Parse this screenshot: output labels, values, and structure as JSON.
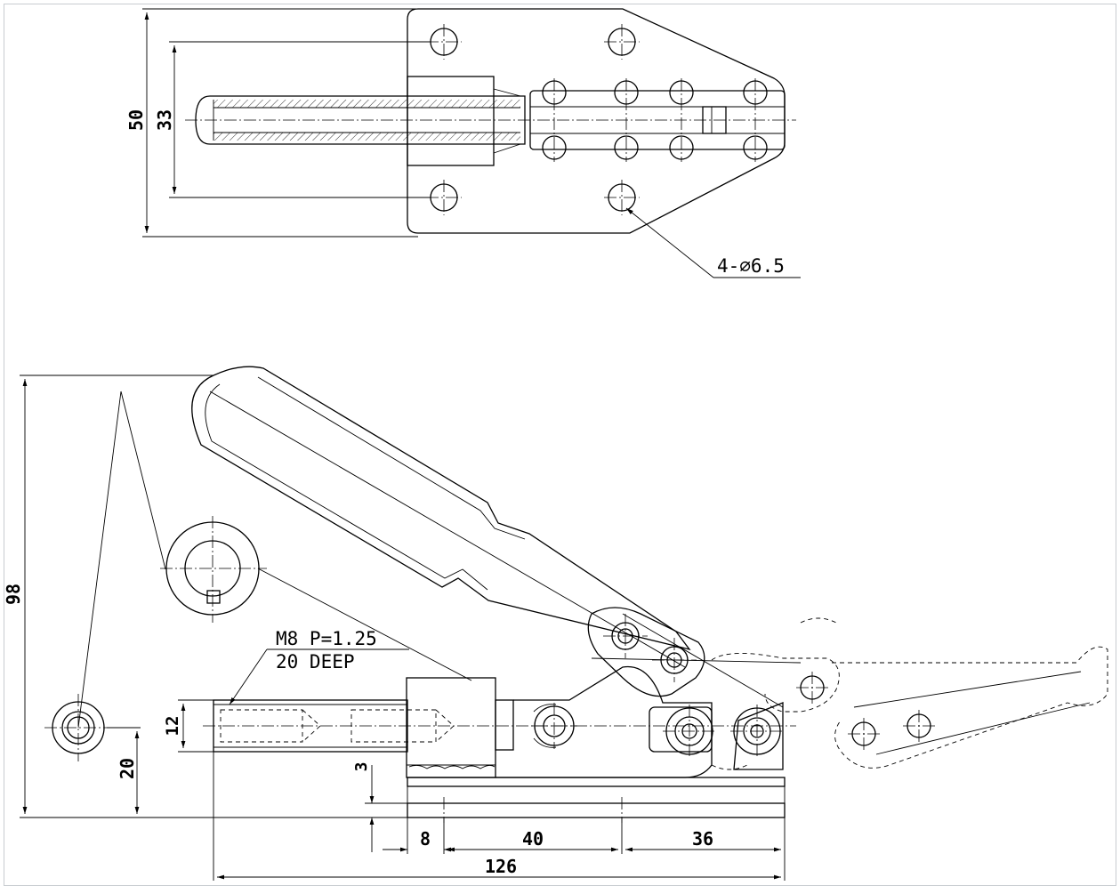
{
  "top_view": {
    "dim_overall_height": "50",
    "dim_hole_spacing": "33",
    "hole_callout": "4-⌀6.5"
  },
  "side_view": {
    "dim_total_height": "98",
    "dim_center_height": "20",
    "dim_thread_dia": "12",
    "dim_base_gap": "3",
    "thread_spec_line1": "M8  P=1.25",
    "thread_spec_line2": "20 DEEP",
    "dim_8": "8",
    "dim_40": "40",
    "dim_36": "36",
    "dim_126": "126"
  }
}
